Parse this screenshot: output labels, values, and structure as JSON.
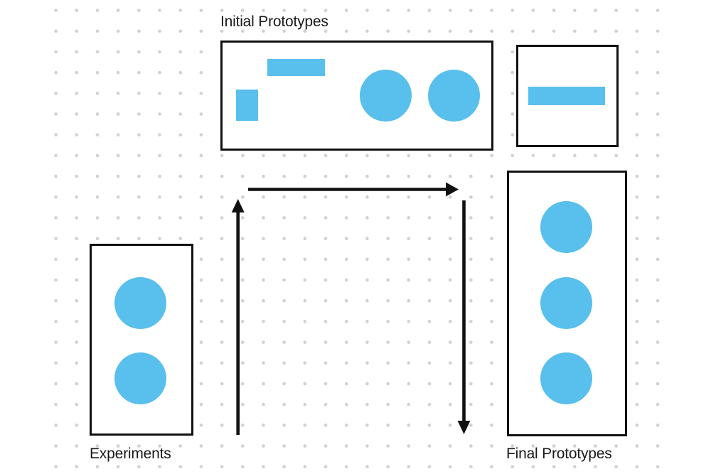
{
  "colors": {
    "shape_fill": "#59bfec",
    "stroke": "#111111",
    "text_color": "#1a1a1a",
    "dot_color": "#d1d1d1",
    "background": "#ffffff"
  },
  "labels": {
    "initial_prototypes": "Initial Prototypes",
    "experiments": "Experiments",
    "final_prototypes": "Final Prototypes"
  },
  "diagram": {
    "nodes": [
      {
        "id": "initial-prototypes",
        "label": "Initial Prototypes",
        "label_position": "above",
        "contents": [
          "wide-rectangle",
          "small-rectangle",
          "circle",
          "circle"
        ]
      },
      {
        "id": "side-box",
        "label": "",
        "label_position": "none",
        "contents": [
          "wide-rectangle"
        ]
      },
      {
        "id": "experiments",
        "label": "Experiments",
        "label_position": "below",
        "contents": [
          "circle",
          "circle"
        ]
      },
      {
        "id": "final-prototypes",
        "label": "Final Prototypes",
        "label_position": "below",
        "contents": [
          "circle",
          "circle",
          "circle"
        ]
      }
    ],
    "arrows": [
      {
        "id": "arrow-right",
        "direction": "right",
        "description": "horizontal arrow below Initial Prototypes box pointing right"
      },
      {
        "id": "arrow-up",
        "direction": "up",
        "description": "vertical arrow from Experiments pointing up toward Initial Prototypes"
      },
      {
        "id": "arrow-down",
        "direction": "down",
        "description": "vertical arrow pointing down toward Final Prototypes"
      }
    ],
    "canvas_style": "dot-grid"
  }
}
